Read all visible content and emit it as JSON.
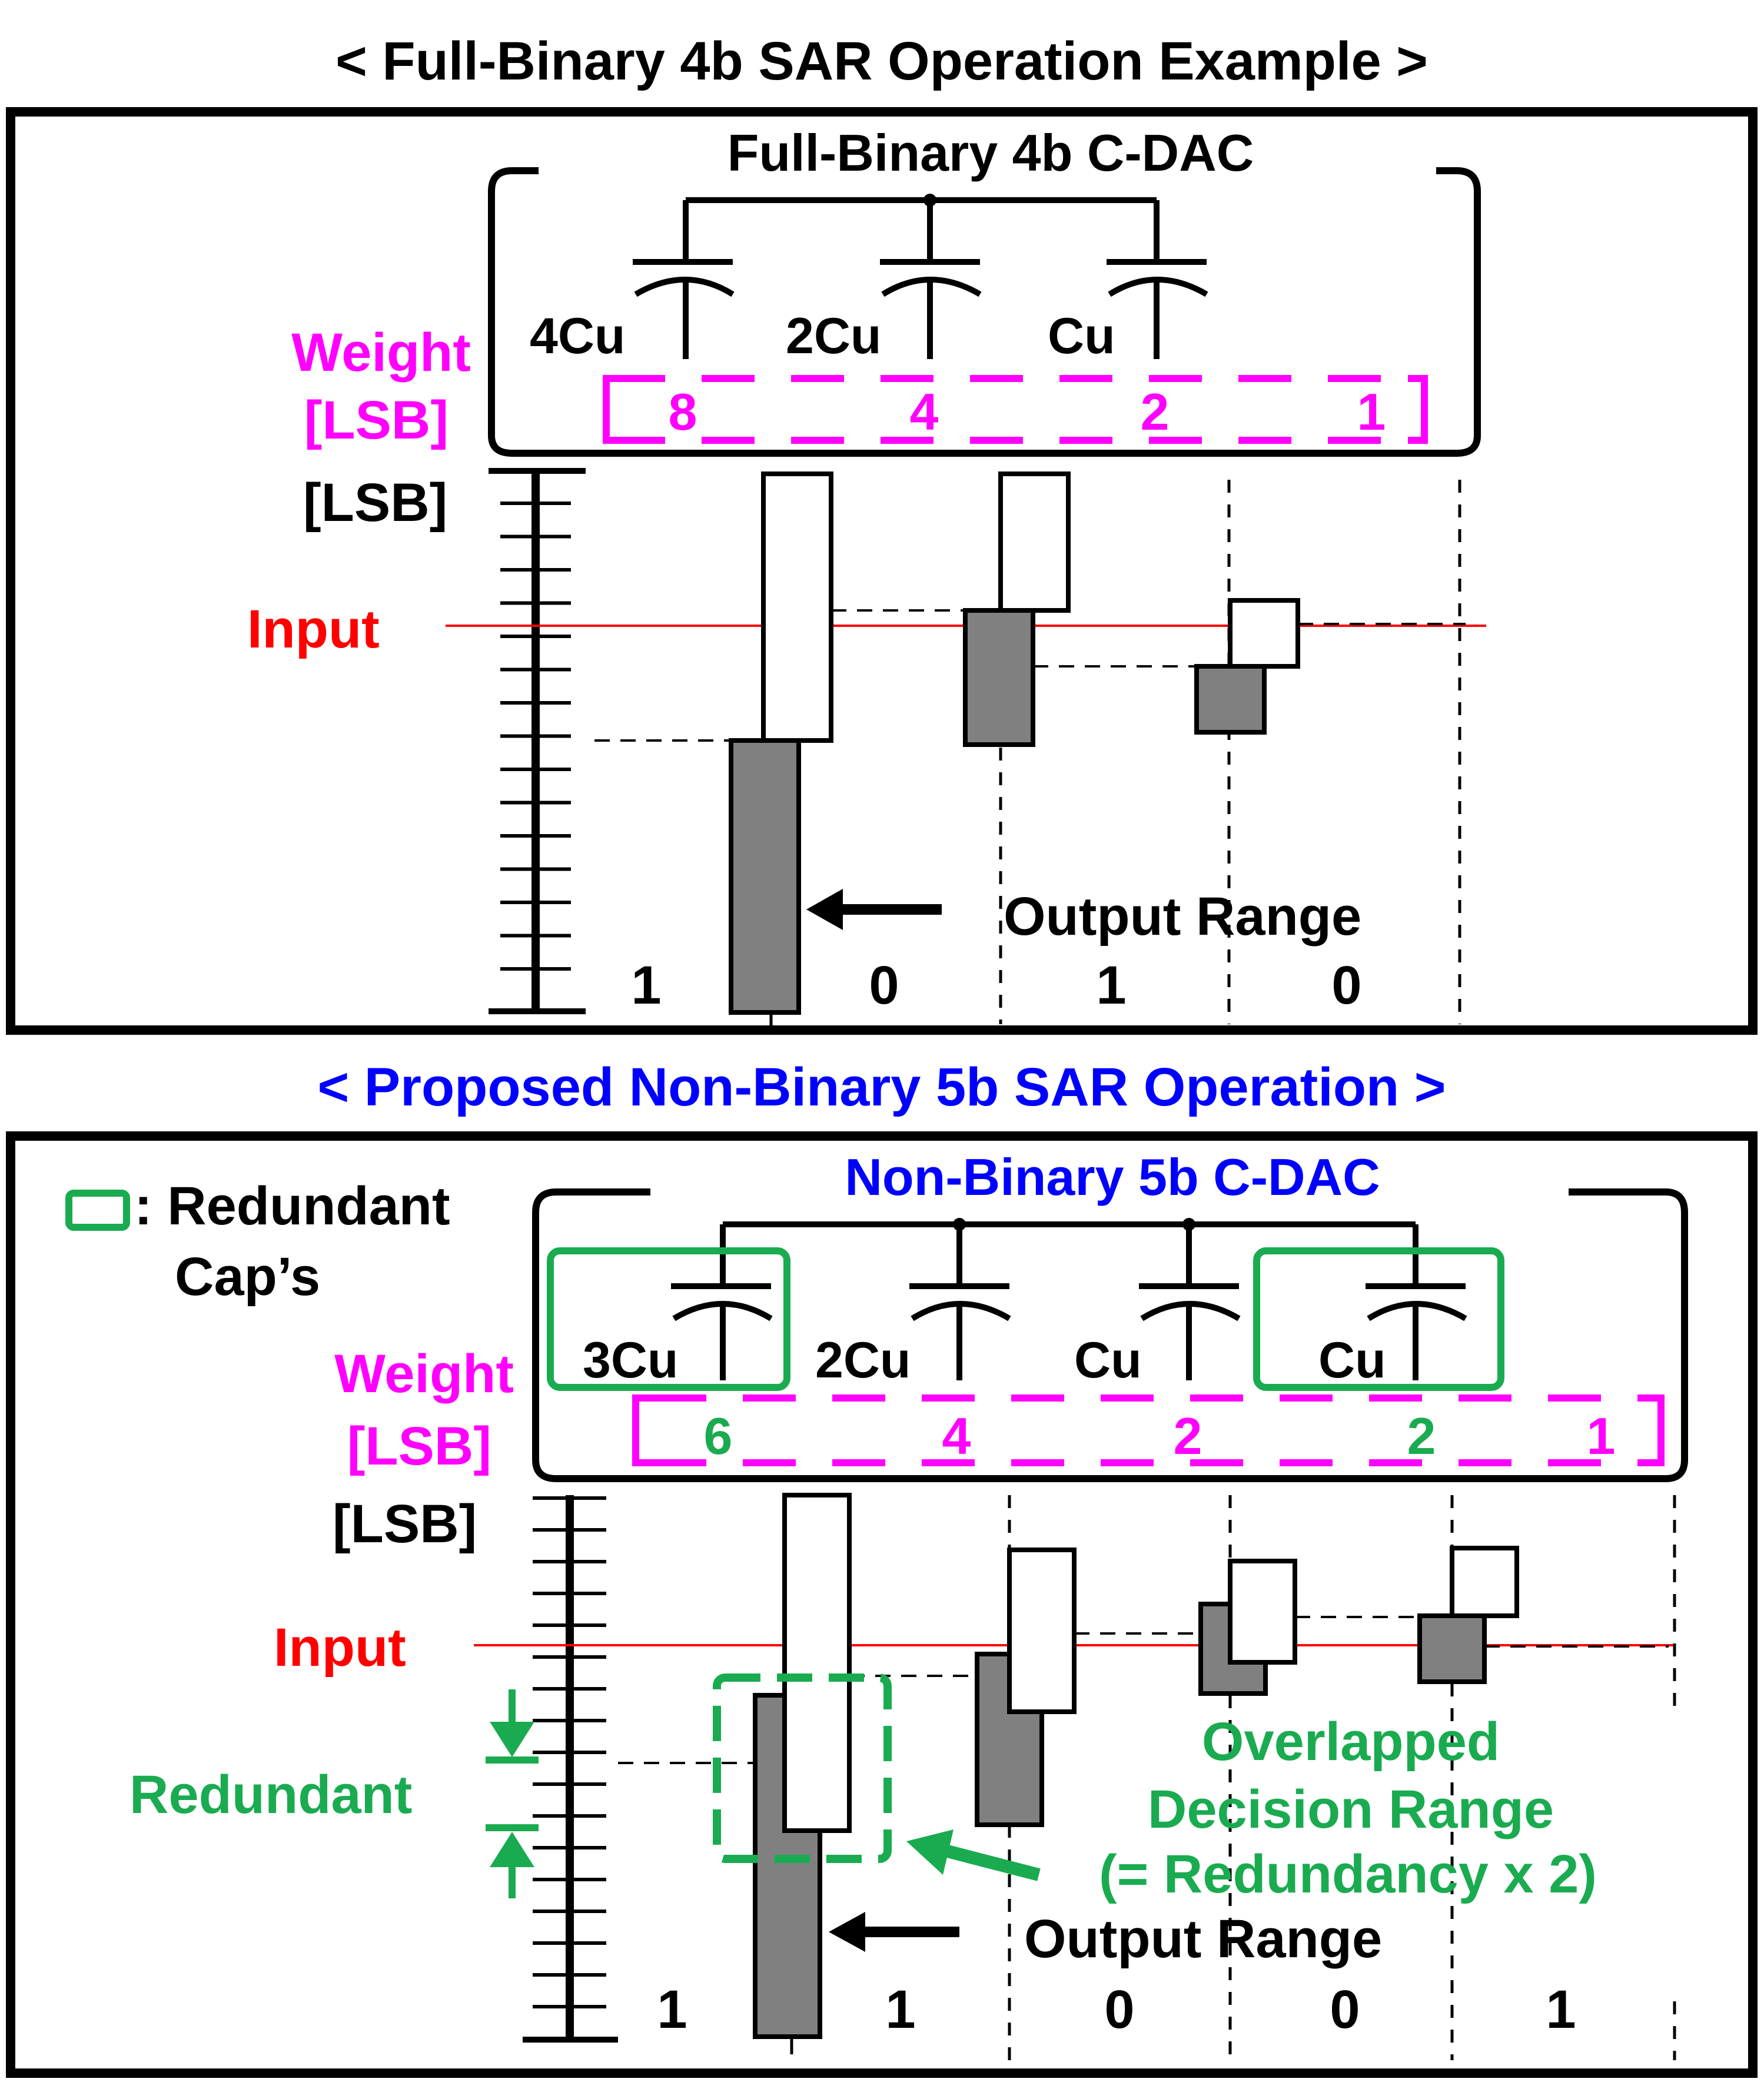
{
  "colors": {
    "black": "#000000",
    "magenta": "#ff00ff",
    "red": "#ff0000",
    "blue": "#0000ff",
    "green": "#1aab50",
    "gray": "#808080"
  },
  "top": {
    "heading": "< Full-Binary 4b SAR Operation Example >",
    "cdac_title": "Full-Binary 4b C-DAC",
    "caps": [
      "4Cu",
      "2Cu",
      "Cu"
    ],
    "weight_label": "Weight",
    "weight_unit": "[LSB]",
    "weights": [
      "8",
      "4",
      "2",
      "1"
    ],
    "axis_unit": "[LSB]",
    "input_label": "Input",
    "output_label": "Output Range",
    "bits": [
      "1",
      "0",
      "1",
      "0"
    ]
  },
  "bottom": {
    "heading": "< Proposed Non-Binary 5b SAR Operation >",
    "cdac_title": "Non-Binary 5b C-DAC",
    "legend_line1": ": Redundant",
    "legend_line2": "Cap’s",
    "caps": [
      "3Cu",
      "2Cu",
      "Cu",
      "Cu"
    ],
    "weight_label": "Weight",
    "weight_unit": "[LSB]",
    "weights": [
      "6",
      "4",
      "2",
      "2",
      "1"
    ],
    "axis_unit": "[LSB]",
    "input_label": "Input",
    "redundant_label": "Redundant",
    "overlap_line1": "Overlapped",
    "overlap_line2": "Decision Range",
    "overlap_line3": "(= Redundancy x 2)",
    "output_label": "Output Range",
    "bits": [
      "1",
      "1",
      "0",
      "0",
      "1"
    ]
  }
}
